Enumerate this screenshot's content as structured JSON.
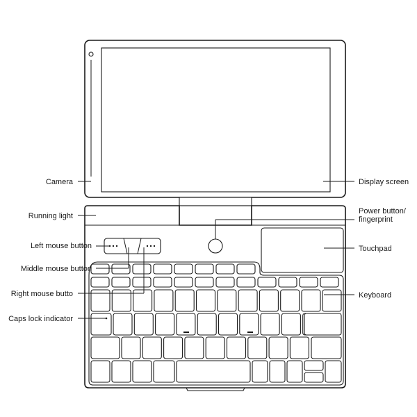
{
  "labels": {
    "camera": "Camera",
    "running_light": "Running light",
    "left_mouse_button": "Left mouse button",
    "middle_mouse_button": "Middle mouse button",
    "right_mouse_button": "Right mouse butto",
    "caps_lock_indicator": "Caps lock indicator",
    "display_screen": "Display screen",
    "power_button_line1": "Power button/",
    "power_button_line2": "fingerprint",
    "touchpad": "Touchpad",
    "keyboard": "Keyboard"
  }
}
